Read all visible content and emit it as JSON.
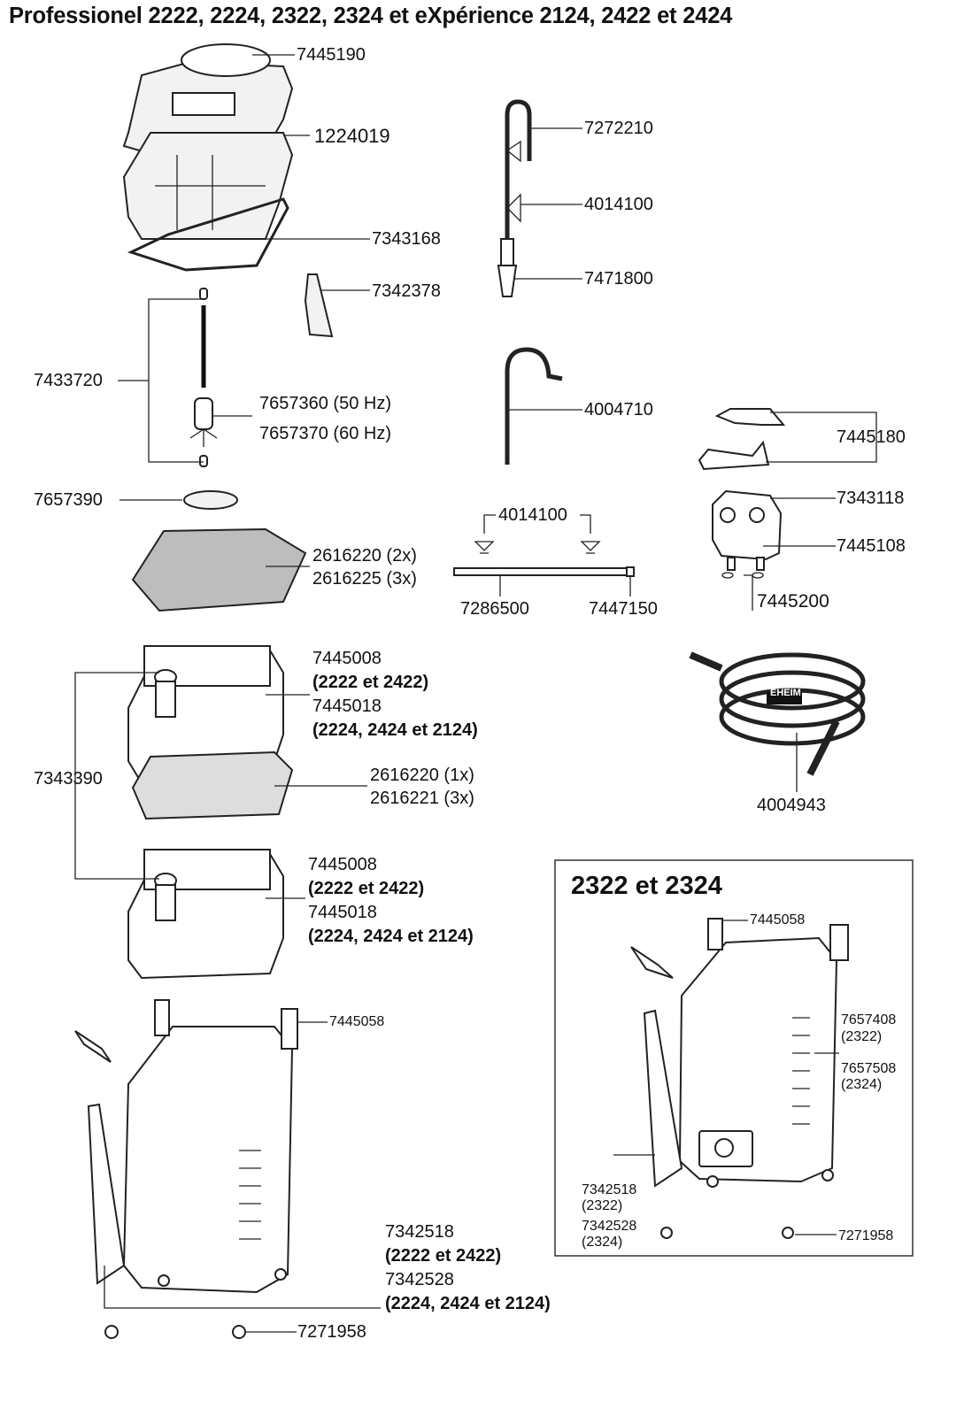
{
  "title": "Professionel 2222, 2224, 2322, 2324 et eXpérience 2124, 2422 et 2424",
  "inset_title": "2322 et 2324",
  "parts": {
    "p7445190": "7445190",
    "p1224019": "1224019",
    "p7343168": "7343168",
    "p7342378": "7342378",
    "p7433720": "7433720",
    "p7657360": "7657360 (50 Hz)",
    "p7657370": "7657370 (60 Hz)",
    "p7657390": "7657390",
    "p2616220_2x": "2616220 (2x)",
    "p2616225_3x": "2616225 (3x)",
    "p7445008_a": "7445008",
    "p2222_2422_a": "(2222 et 2422)",
    "p7445018_a": "7445018",
    "p2224_2424_a": "(2224, 2424 et 2124)",
    "p7343390": "7343390",
    "p2616220_1x": "2616220 (1x)",
    "p2616221_3x": "2616221 (3x)",
    "p7445008_b": "7445008",
    "p2222_2422_b": "(2222 et 2422)",
    "p7445018_b": "7445018",
    "p2224_2424_b": "(2224, 2424 et 2124)",
    "p7445058": "7445058",
    "p7342518": "7342518",
    "p2222_2422_c": "(2222 et 2422)",
    "p7342528": "7342528",
    "p2224_2424_c": "(2224, 2424 et 2124)",
    "p7271958": "7271958",
    "p7272210": "7272210",
    "p4014100": "4014100",
    "p7471800": "7471800",
    "p4004710": "4004710",
    "p4014100_b": "4014100",
    "p7286500": "7286500",
    "p7447150": "7447150",
    "p7445180": "7445180",
    "p7343118": "7343118",
    "p7445108": "7445108",
    "p7445200": "7445200",
    "p4004943": "4004943",
    "hose_brand": "EHEIM",
    "inset": {
      "p7445058": "7445058",
      "p7657408": "7657408",
      "p2322_a": "(2322)",
      "p7657508": "7657508",
      "p2324_a": "(2324)",
      "p7342518": "7342518",
      "p2322_b": "(2322)",
      "p7342528": "7342528",
      "p2324_b": "(2324)",
      "p7271958": "7271958"
    }
  }
}
